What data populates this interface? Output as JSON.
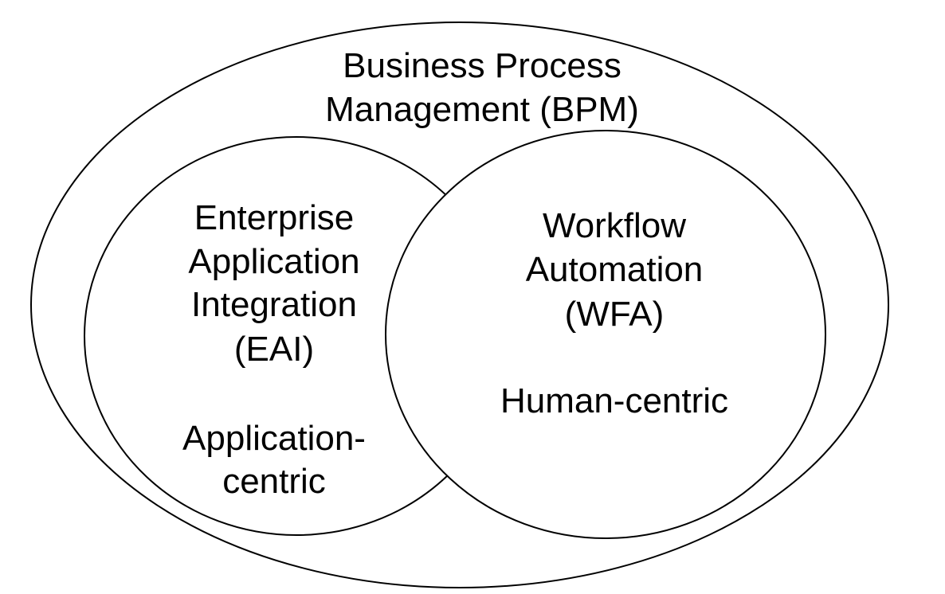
{
  "colors": {
    "background": "#ffffff",
    "stroke": "#000000",
    "text": "#000000"
  },
  "outer": {
    "title_line1": "Business Process",
    "title_line2": "Management (BPM)"
  },
  "eai": {
    "line1": "Enterprise",
    "line2": "Application",
    "line3": "Integration",
    "line4": "(EAI)",
    "desc_line1": "Application-",
    "desc_line2": "centric"
  },
  "wfa": {
    "line1": "Workflow",
    "line2": "Automation",
    "line3": "(WFA)",
    "desc_line1": "Human-centric"
  }
}
